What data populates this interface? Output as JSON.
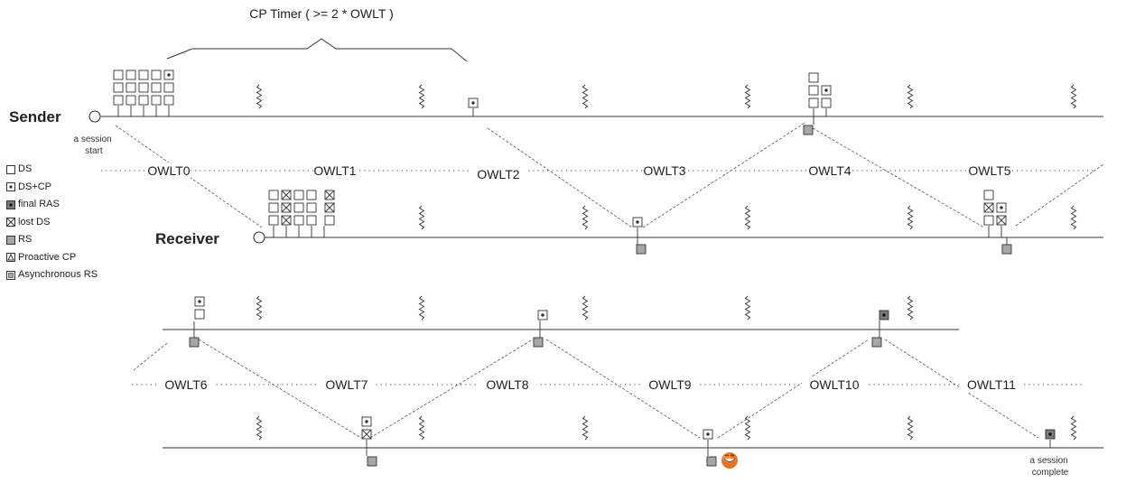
{
  "header": {
    "timer_label": "CP Timer ( >= 2 * OWLT )"
  },
  "participants": {
    "sender": "Sender",
    "receiver": "Receiver"
  },
  "notes": {
    "session_start": [
      "a session",
      "start"
    ],
    "session_complete": [
      "a session",
      "complete"
    ]
  },
  "legend": [
    {
      "symbol": "ds",
      "label": "DS"
    },
    {
      "symbol": "dscp",
      "label": "DS+CP"
    },
    {
      "symbol": "final",
      "label": "final RAS"
    },
    {
      "symbol": "lost",
      "label": "lost DS"
    },
    {
      "symbol": "rs",
      "label": "RS"
    },
    {
      "symbol": "proactive",
      "label": "Proactive CP"
    },
    {
      "symbol": "async",
      "label": "Asynchronous RS"
    }
  ],
  "owlt_row1": [
    "OWLT0",
    "OWLT1",
    "OWLT2",
    "OWLT3",
    "OWLT4",
    "OWLT5"
  ],
  "owlt_row2": [
    "OWLT6",
    "OWLT7",
    "OWLT8",
    "OWLT9",
    "OWLT10",
    "OWLT11"
  ],
  "colors": {
    "line": "#333333",
    "rs_fill": "#a6a6a6",
    "final_fill": "#7a7a7a",
    "smiley": "#e8731f"
  },
  "icons": {
    "completion": "smiley-icon"
  }
}
